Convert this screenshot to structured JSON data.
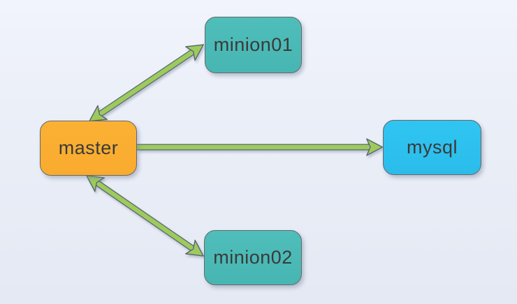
{
  "diagram": {
    "nodes": {
      "master": {
        "label": "master",
        "fill": "#FBB134",
        "fill_bottom": "#F9AB2E"
      },
      "minion01": {
        "label": "minion01",
        "fill": "#4FBEBA",
        "fill_bottom": "#47B6B2"
      },
      "minion02": {
        "label": "minion02",
        "fill": "#4FBEBA",
        "fill_bottom": "#47B6B2"
      },
      "mysql": {
        "label": "mysql",
        "fill": "#30C5F2",
        "fill_bottom": "#2BBCEA"
      }
    },
    "edges": [
      {
        "from": "master",
        "to": "minion01",
        "direction": "bidirectional"
      },
      {
        "from": "master",
        "to": "mysql",
        "direction": "one-way"
      },
      {
        "from": "master",
        "to": "minion02",
        "direction": "bidirectional"
      }
    ],
    "colors": {
      "arrow_fill": "#9CCB5C",
      "arrow_outline": "#5C6670",
      "node_border": "#676767",
      "text": "#3A3A3A",
      "background_top": "#F1F4FC",
      "background_bottom": "#E4E9F3"
    }
  }
}
